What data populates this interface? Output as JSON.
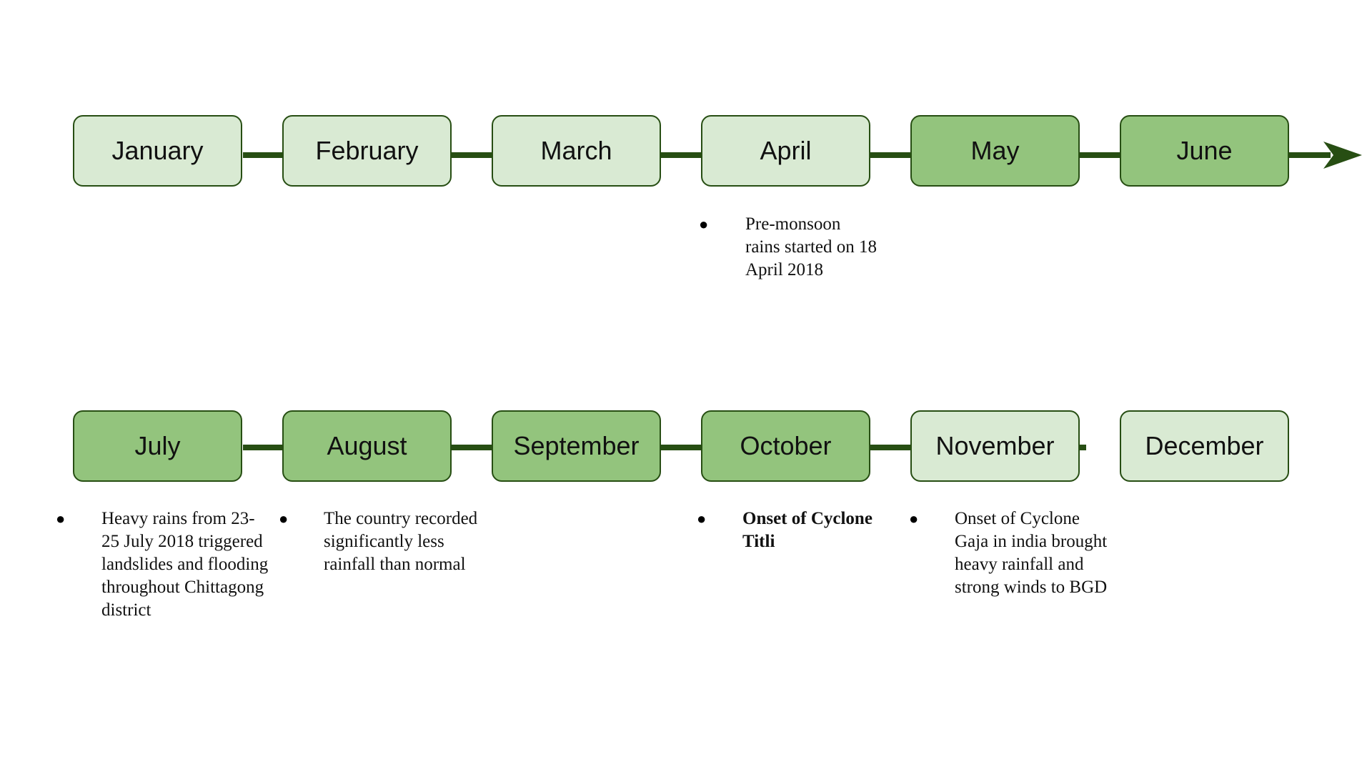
{
  "colors": {
    "line": "#274e13",
    "box_light": "#d9ead3",
    "box_dark": "#93c47d"
  },
  "months": [
    {
      "label": "January",
      "shade": "light"
    },
    {
      "label": "February",
      "shade": "light"
    },
    {
      "label": "March",
      "shade": "light"
    },
    {
      "label": "April",
      "shade": "light"
    },
    {
      "label": "May",
      "shade": "dark"
    },
    {
      "label": "June",
      "shade": "dark"
    },
    {
      "label": "July",
      "shade": "dark"
    },
    {
      "label": "August",
      "shade": "dark"
    },
    {
      "label": "September",
      "shade": "dark"
    },
    {
      "label": "October",
      "shade": "dark"
    },
    {
      "label": "November",
      "shade": "light"
    },
    {
      "label": "December",
      "shade": "light"
    }
  ],
  "notes": {
    "april": {
      "bullet": "●",
      "text": "Pre-monsoon rains started on 18 April 2018"
    },
    "july": {
      "bullet": "●",
      "text": "Heavy rains from 23-25 July 2018 triggered landslides and flooding throughout Chittagong district"
    },
    "august": {
      "bullet": "●",
      "text": "The country recorded significantly less rainfall than normal"
    },
    "october": {
      "bullet": "●",
      "text": "Onset of Cyclone Titli"
    },
    "november": {
      "bullet": "●",
      "text": "Onset of Cyclone Gaja in india brought heavy rainfall and strong winds to BGD"
    }
  }
}
